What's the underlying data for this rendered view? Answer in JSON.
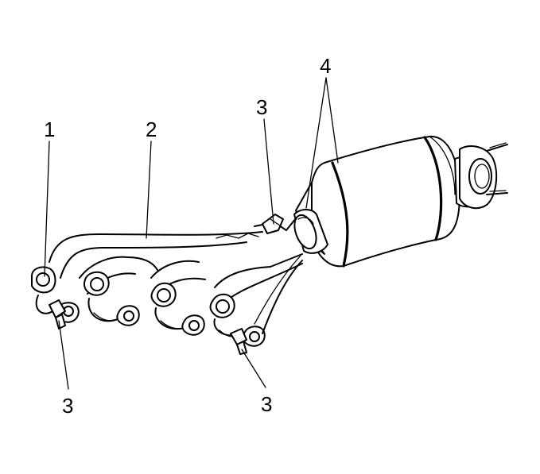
{
  "callouts": [
    {
      "id": "c1",
      "label": "1"
    },
    {
      "id": "c2",
      "label": "2"
    },
    {
      "id": "c3a",
      "label": "3"
    },
    {
      "id": "c3b",
      "label": "3"
    },
    {
      "id": "c3c",
      "label": "3"
    },
    {
      "id": "c4",
      "label": "4"
    }
  ]
}
